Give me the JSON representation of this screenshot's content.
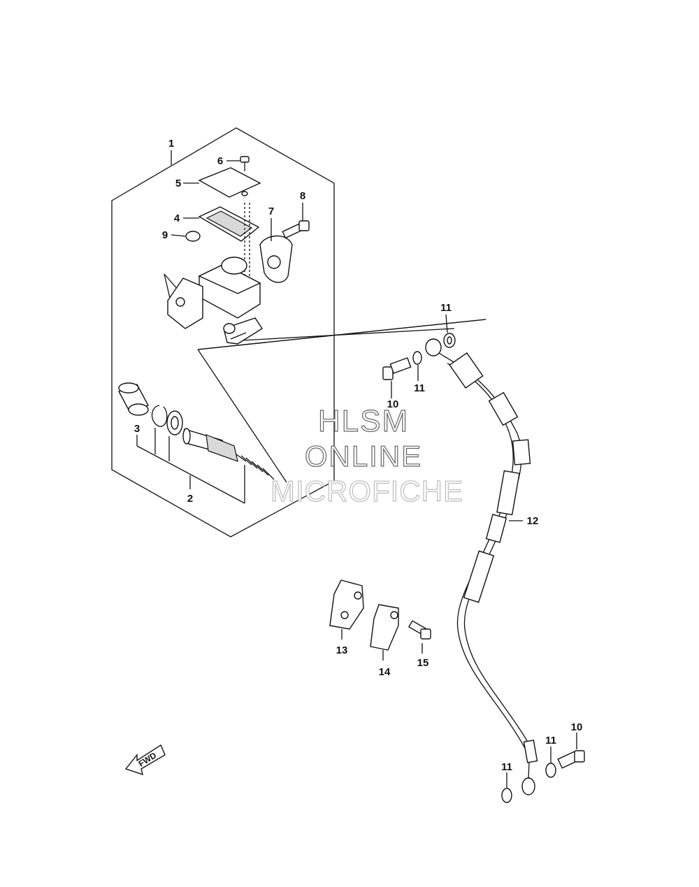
{
  "callouts": [
    {
      "id": "c1",
      "text": "1"
    },
    {
      "id": "c2",
      "text": "2"
    },
    {
      "id": "c3",
      "text": "3"
    },
    {
      "id": "c4",
      "text": "4"
    },
    {
      "id": "c5",
      "text": "5"
    },
    {
      "id": "c6",
      "text": "6"
    },
    {
      "id": "c7",
      "text": "7"
    },
    {
      "id": "c8",
      "text": "8"
    },
    {
      "id": "c9",
      "text": "9"
    },
    {
      "id": "c10a",
      "text": "10"
    },
    {
      "id": "c10b",
      "text": "10"
    },
    {
      "id": "c11a",
      "text": "11"
    },
    {
      "id": "c11b",
      "text": "11"
    },
    {
      "id": "c11c",
      "text": "11"
    },
    {
      "id": "c11d",
      "text": "11"
    },
    {
      "id": "c12",
      "text": "12"
    },
    {
      "id": "c13",
      "text": "13"
    },
    {
      "id": "c14",
      "text": "14"
    },
    {
      "id": "c15",
      "text": "15"
    }
  ],
  "watermark": {
    "line1": "HLSM",
    "line2": "ONLINE",
    "line3": "MICROFICHE"
  },
  "fwd_arrow": {
    "text": "FWD"
  }
}
